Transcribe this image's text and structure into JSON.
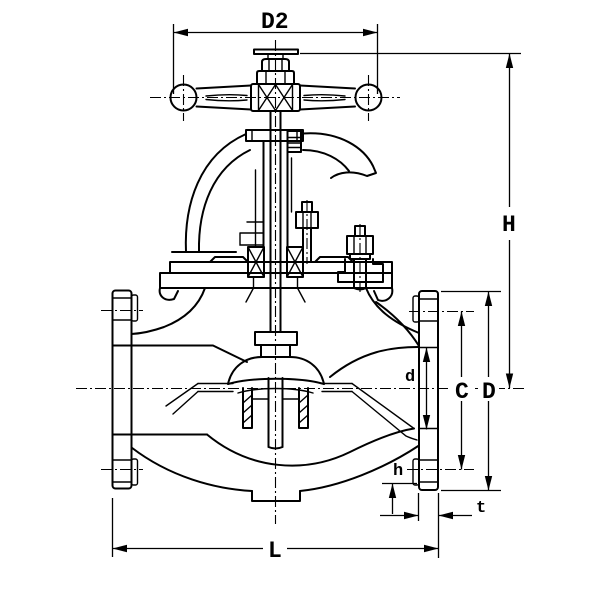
{
  "drawing": {
    "kind": "globe-valve-cross-section-dimension-drawing",
    "colors": {
      "line": "#000000",
      "background": "#ffffff"
    },
    "labels": {
      "handwheel_diameter": "D2",
      "height": "H",
      "flange_outer_diameter": "D",
      "bolt_circle": "C",
      "bore": "d",
      "bolt_hole_offset": "h",
      "flange_thickness": "t",
      "face_to_face": "L"
    }
  }
}
